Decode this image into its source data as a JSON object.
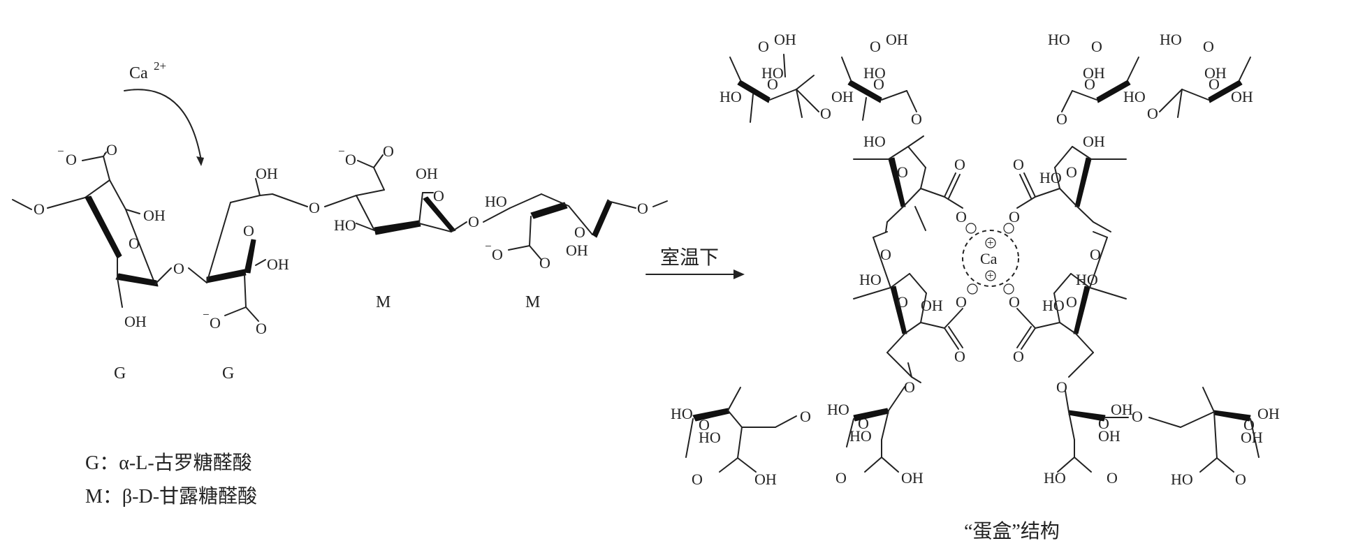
{
  "reagent": {
    "ion": "Ca",
    "charge": "2+"
  },
  "monomer_labels": [
    "G",
    "G",
    "M",
    "M"
  ],
  "legend": {
    "g_line": "G：α-L-古罗糖醛酸",
    "m_line": "M：β-D-甘露糖醛酸"
  },
  "reaction_condition": "室温下",
  "eggbox": {
    "center_ion": "Ca",
    "charge_symbol": "+",
    "anion_symbol": "−"
  },
  "atoms": {
    "o": "O",
    "oh": "OH",
    "ho": "HO",
    "o_minus": "O"
  },
  "caption": "“蛋盒”结构",
  "colors": {
    "ink": "#222222",
    "wedge": "#111111",
    "circle_dash": "#222222"
  }
}
